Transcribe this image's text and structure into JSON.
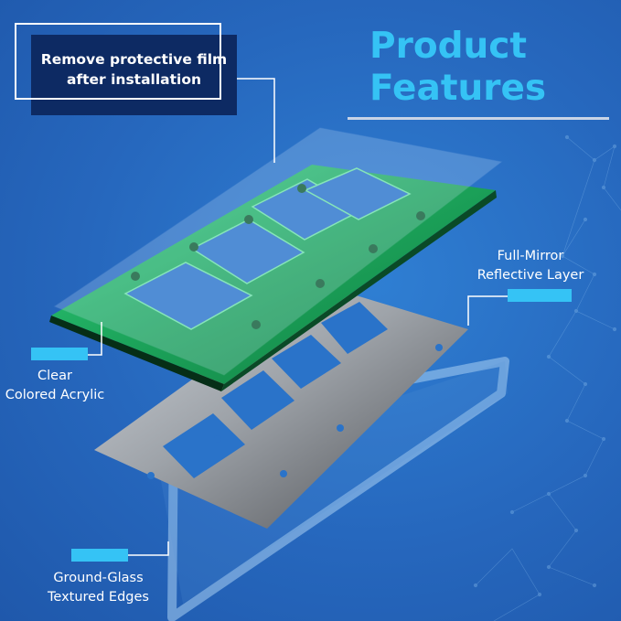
{
  "callout": {
    "line1": "Remove protective film",
    "line2": "after installation"
  },
  "title": {
    "line1": "Product",
    "line2": "Features"
  },
  "labels": {
    "mirror_line1": "Full-Mirror",
    "mirror_line2": "Reflective Layer",
    "acrylic_line1": "Clear",
    "acrylic_line2": "Colored Acrylic",
    "glass_line1": "Ground-Glass",
    "glass_line2": "Textured Edges"
  },
  "colors": {
    "background": "#2667bd",
    "accent_cyan": "#35c3f5",
    "callout_navy": "#0d2a63",
    "acrylic_green": "#1a9a52",
    "mirror_gray": "#7a7d82"
  }
}
